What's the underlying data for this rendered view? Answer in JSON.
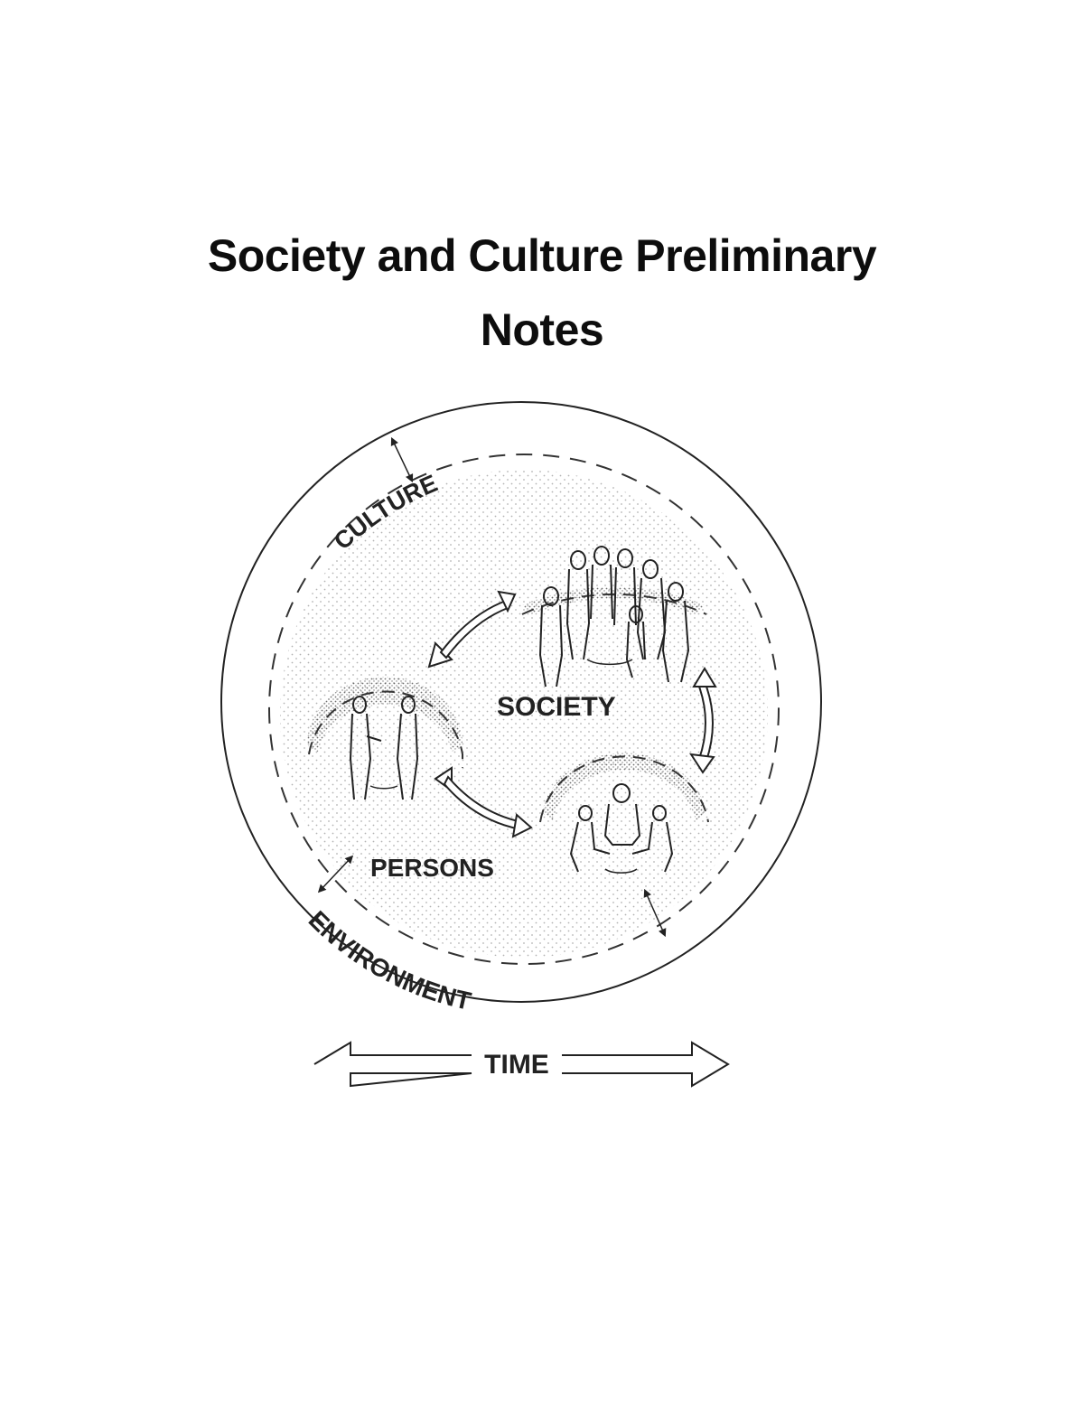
{
  "page": {
    "title_line_1": "Society and Culture Preliminary",
    "title_line_2": "Notes"
  },
  "diagram": {
    "labels": {
      "culture": "CULTURE",
      "society": "SOCIETY",
      "persons": "PERSONS",
      "environment": "ENVIRONMENT",
      "time": "TIME"
    },
    "colors": {
      "ink": "#222222",
      "background": "#ffffff"
    },
    "icons": [
      "double-arrow-icon",
      "person-pair-icon",
      "crowd-icon",
      "seated-group-icon"
    ]
  }
}
